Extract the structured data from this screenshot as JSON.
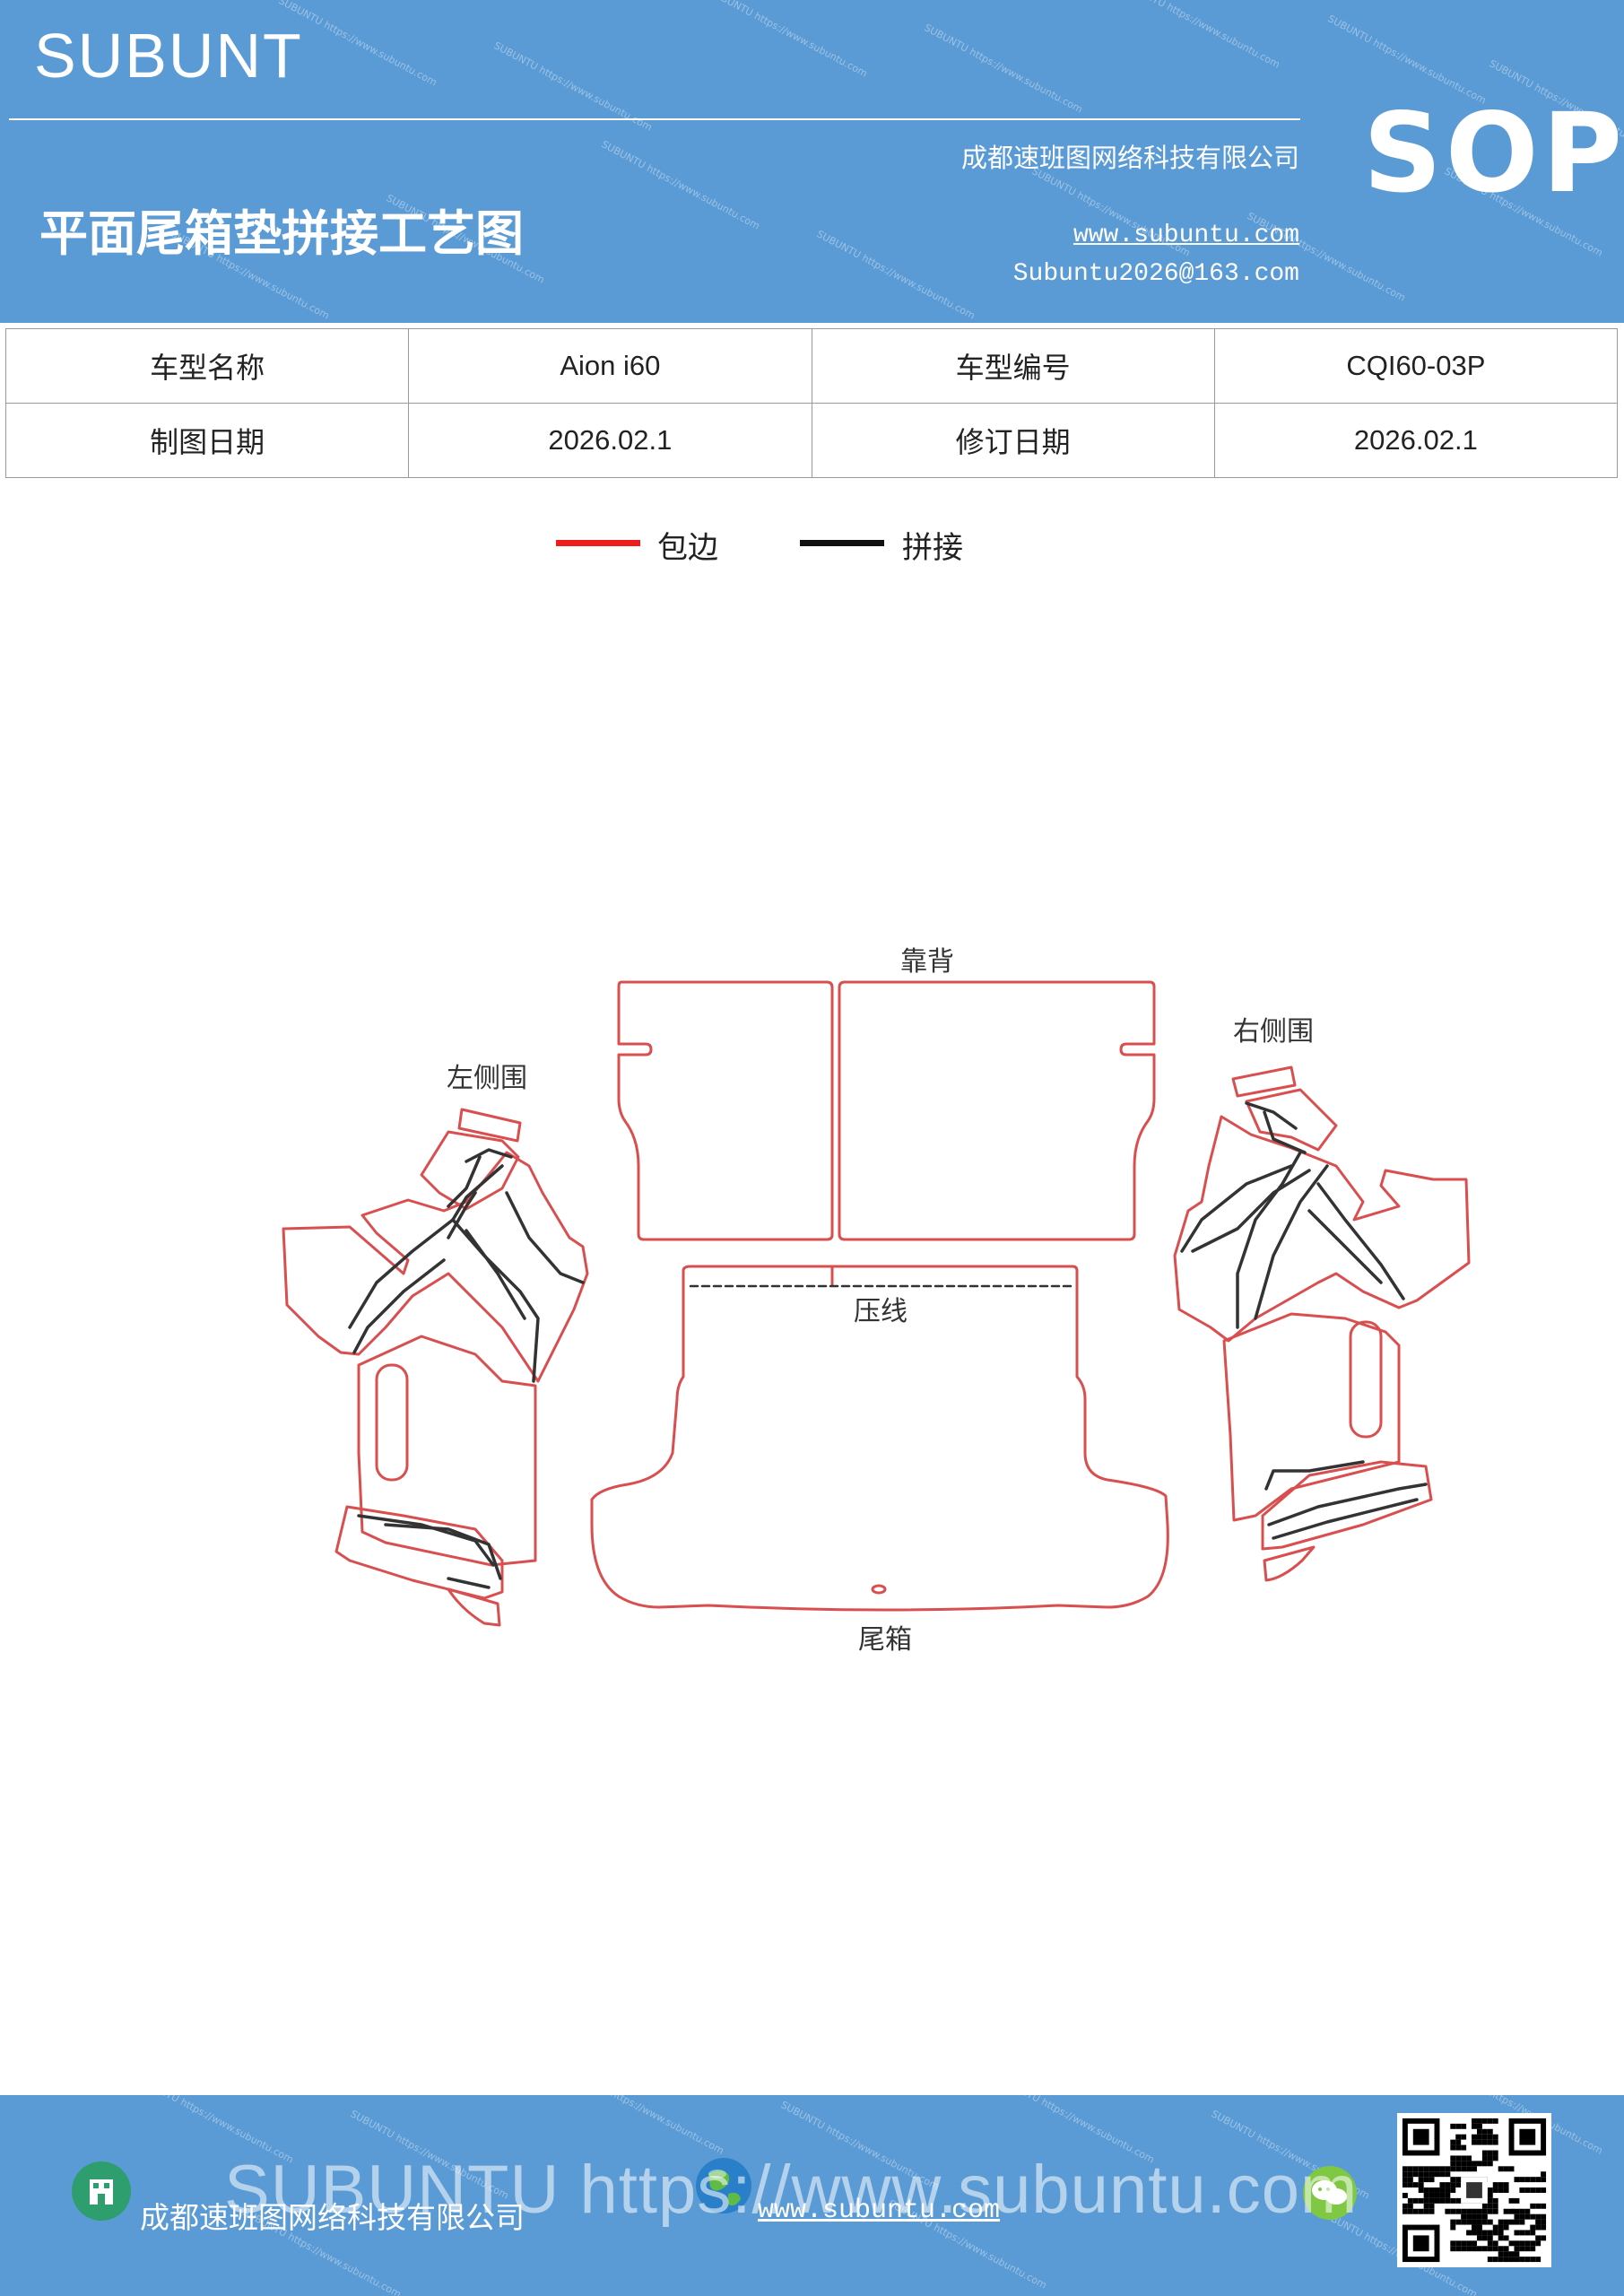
{
  "header": {
    "brand": "SUBUNT",
    "badge": "SOP",
    "title": "平面尾箱垫拼接工艺图",
    "company": "成都速班图网络科技有限公司",
    "website": "www.subuntu.com",
    "email": "Subuntu2026@163.com",
    "watermark_text": "SUBUNTU https://www.subuntu.com"
  },
  "info": {
    "model_name_label": "车型名称",
    "model_name_value": "Aion  i60",
    "model_code_label": "车型编号",
    "model_code_value": "CQI60-03P",
    "draw_date_label": "制图日期",
    "draw_date_value": "2026.02.1",
    "revise_date_label": "修订日期",
    "revise_date_value": "2026.02.1"
  },
  "legend": {
    "edge_label": "包边",
    "edge_color": "#ee1c1c",
    "seam_label": "拼接",
    "seam_color": "#111111"
  },
  "diagram": {
    "outline_color": "#d94f4f",
    "seam_color": "#333333",
    "labels": {
      "backrest": "靠背",
      "left_side": "左侧围",
      "right_side": "右侧围",
      "press_line": "压线",
      "trunk": "尾箱"
    }
  },
  "footer": {
    "company": "成都速班图网络科技有限公司",
    "website": "www.subuntu.com",
    "watermark": "SUBUNTU https://www.subuntu.com"
  },
  "icons": [
    "building-icon",
    "globe-icon",
    "wechat-icon",
    "qr-code"
  ]
}
